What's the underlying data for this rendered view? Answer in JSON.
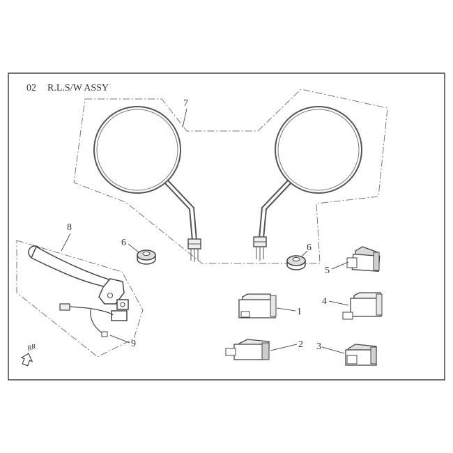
{
  "header": {
    "section_number": "02",
    "title": "R.L.S/W ASSY"
  },
  "orientation_marker": {
    "label": "RR",
    "icon": "arrow-up-icon"
  },
  "callouts": [
    {
      "id": "1",
      "part": "switch-block-1"
    },
    {
      "id": "2",
      "part": "switch-block-2"
    },
    {
      "id": "3",
      "part": "switch-block-3"
    },
    {
      "id": "4",
      "part": "switch-block-4"
    },
    {
      "id": "5",
      "part": "switch-block-5"
    },
    {
      "id": "6",
      "part": "mirror-washer-left"
    },
    {
      "id": "6",
      "part": "mirror-washer-right"
    },
    {
      "id": "7",
      "part": "mirror-assembly"
    },
    {
      "id": "8",
      "part": "clutch-lever-assembly"
    },
    {
      "id": "9",
      "part": "lever-switch-wire"
    }
  ],
  "colors": {
    "line": "#555555",
    "text": "#333333",
    "frame": "#444444"
  }
}
